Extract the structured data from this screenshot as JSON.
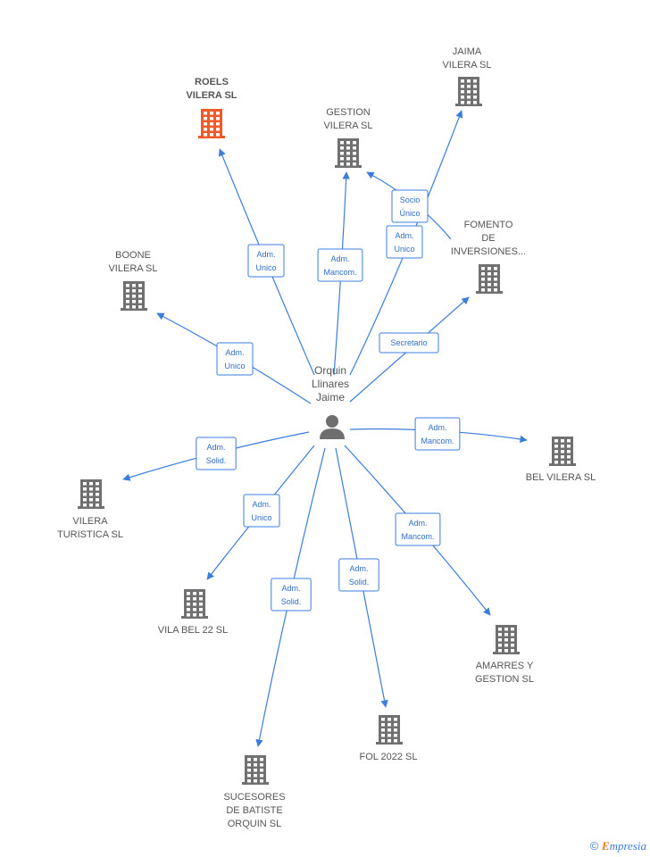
{
  "center": {
    "lines": [
      "Orquin",
      "Llinares",
      "Jaime"
    ]
  },
  "nodes": [
    {
      "id": "roels",
      "lines": [
        "ROELS",
        "VILERA  SL"
      ],
      "highlight": true,
      "color": "#f05a28"
    },
    {
      "id": "gestion",
      "lines": [
        "GESTION",
        "VILERA  SL"
      ],
      "color": "#707070"
    },
    {
      "id": "jaima",
      "lines": [
        "JAIMA",
        "VILERA  SL"
      ],
      "color": "#707070"
    },
    {
      "id": "fomento",
      "lines": [
        "FOMENTO",
        "DE",
        "INVERSIONES..."
      ],
      "color": "#707070"
    },
    {
      "id": "boone",
      "lines": [
        "BOONE",
        "VILERA  SL"
      ],
      "color": "#707070"
    },
    {
      "id": "bel",
      "lines": [
        "BEL VILERA  SL"
      ],
      "color": "#707070"
    },
    {
      "id": "turistica",
      "lines": [
        "VILERA",
        "TURISTICA  SL"
      ],
      "color": "#707070"
    },
    {
      "id": "vila",
      "lines": [
        "VILA BEL 22  SL"
      ],
      "color": "#707070"
    },
    {
      "id": "amarres",
      "lines": [
        "AMARRES Y",
        "GESTION SL"
      ],
      "color": "#707070"
    },
    {
      "id": "fol",
      "lines": [
        "FOL 2022  SL"
      ],
      "color": "#707070"
    },
    {
      "id": "sucesores",
      "lines": [
        "SUCESORES",
        "DE BATISTE",
        "ORQUIN  SL"
      ],
      "color": "#707070"
    }
  ],
  "edges": [
    {
      "to": "roels",
      "role": [
        "Adm.",
        "Unico"
      ]
    },
    {
      "to": "gestion",
      "role": [
        "Adm.",
        "Mancom."
      ]
    },
    {
      "to": "jaima",
      "role": [
        "Adm.",
        "Unico"
      ]
    },
    {
      "to": "fomento",
      "role": [
        "Secretario"
      ]
    },
    {
      "to": "boone",
      "role": [
        "Adm.",
        "Unico"
      ]
    },
    {
      "to": "bel",
      "role": [
        "Adm.",
        "Mancom."
      ]
    },
    {
      "to": "turistica",
      "role": [
        "Adm.",
        "Solid."
      ]
    },
    {
      "to": "vila",
      "role": [
        "Adm.",
        "Unico"
      ]
    },
    {
      "to": "amarres",
      "role": [
        "Adm.",
        "Mancom."
      ]
    },
    {
      "to": "fol",
      "role": [
        "Adm.",
        "Solid."
      ]
    },
    {
      "to": "sucesores",
      "role": [
        "Adm.",
        "Solid."
      ]
    },
    {
      "from": "fomento",
      "to": "gestion",
      "role": [
        "Socio",
        "Único"
      ]
    }
  ],
  "footer": {
    "copyright": "©",
    "brand_initial": "E",
    "brand_rest": "mpresia"
  }
}
